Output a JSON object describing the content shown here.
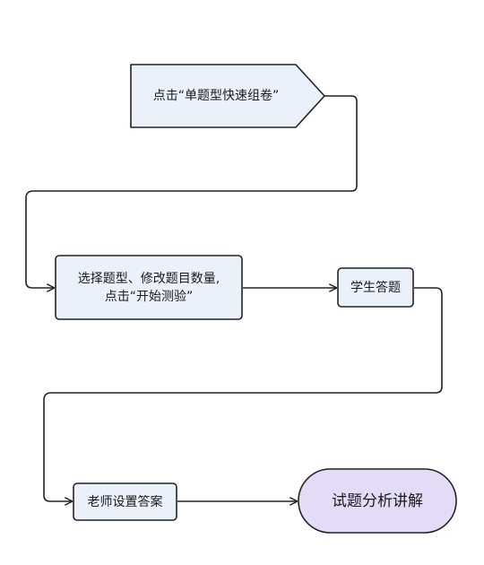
{
  "colors": {
    "node_fill": "#eaf1fb",
    "terminal_fill": "#e4dcf7",
    "stroke": "#222222"
  },
  "nodes": {
    "start": {
      "label": "点击“单题型快速组卷”"
    },
    "select": {
      "label": "选择题型、修改题目数量,\n点击“开始测验”"
    },
    "answer": {
      "label": "学生答题"
    },
    "teacher": {
      "label": "老师设置答案"
    },
    "explain": {
      "label": "试题分析讲解"
    }
  }
}
